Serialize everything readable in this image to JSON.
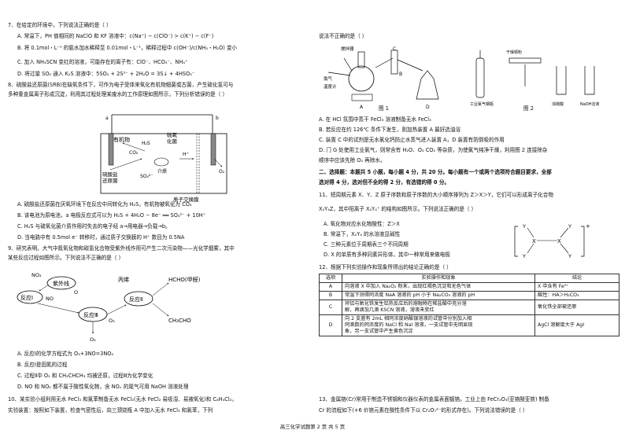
{
  "left": {
    "q7": {
      "stem": "7、在给定的环境中，下列说法正确的是（        ）",
      "A": "A. 常温下，PH 值相同的 NaClO 和 KF 溶液中：c(Na⁺) − c(ClO⁻)  >  c(K⁺) − c(F⁻)",
      "B": "B. 将 0.1mol・L⁻¹ 的氨水加水稀释至 0.01mol・L⁻¹，稀释过程中 c(OH⁻)/c(NH₃・H₂O) 变小",
      "C": "C. 加入 NH₄SCN 变红的溶液，可能存在的离子有：ClO⁻、HCO₃⁻、NH₄⁺",
      "D": "D. 将过量 SO₂ 通入 K₂S 溶液中：5SO₂ + 2S²⁻ + 2H₂O = 3S↓ + 4HSO₃⁻"
    },
    "q8": {
      "stem1": "8、硫酸盐还原菌(SRB)在缺氧条件下，可作为电子受体来氧化有机物细菌或古菌，产生硫化氢可与",
      "stem2": "多种重金属离子形成沉淀，利用其过程处理某废水的工作原理如图所示，下列分析错误的是（      ）",
      "A": "A. 硫酸盐还原菌在厌氧环境下在反应中间转化为 H₂S，有机物被氧化为 CO₂",
      "B": "B. 该电池为原电池，a 电极反应式可以为 H₂S + 4H₂O − 8e⁻ ══ SO₄²⁻ + 10H⁺",
      "C": "C. H₂S 与硫氧化菌介质作用时失去的电子经 a→用电器→负载→b。",
      "D": "D. 当电路中有 0.5mol e⁻ 转移时，通过质子交换膜的 H⁺ 数目为 0.5NA",
      "fig": {
        "organic": "有机物",
        "h2s": "H₂S",
        "co2": "CO₂",
        "srb": "硫酸盐",
        "srb2": "还原菌",
        "so4": "SO₄²⁻",
        "sulfur_ox": "硫氧",
        "sulfur_ox2": "化菌",
        "interface": "介质",
        "hplus": "H⁺",
        "o2": "O₂",
        "membrane": "质子交换膜",
        "a": "a",
        "b": "b"
      }
    },
    "q9": {
      "stem1": "9、研究表明，大气中氮氧化物和碳氢化合物受紫外线作用可产生二次污染物——光化学烟雾，其中",
      "stem2": "某些反应过程如图所示。下列说法不正确的是（      ）",
      "A": "A. 反应Ⅰ的化学方程式为 O₃+3NO=3NO₂",
      "B": "B. 反应Ⅰ是固氮的过程",
      "C": "C. 过程Ⅱ中 O₂ 和 CH₂CHCH₃ 均被还原，过程Ⅲ为化学变化",
      "D": "D. NO 和 NO₂ 都不属于酸性氧化物，含 NOₓ 的尾气可用 NaOH 溶液处理",
      "fig": {
        "uv": "紫外线",
        "r1": "反应Ⅰ",
        "r2": "反应Ⅱ",
        "r3": "反应Ⅲ",
        "no": "NO",
        "no2": "NO₂",
        "o": "O",
        "o3": "O₃",
        "o2": "O₂",
        "propene": "丙烯",
        "hcho": "HCHO(甲醛)",
        "ch3cho": "CH₃CHO"
      }
    },
    "q10": {
      "l1": "10、某实验小组利用无水 FeCl₃ 和氯苯制备无水 FeCl₂(无水 FeCl₂ 易吸湿、易被氧化)和 C₆H₄Cl₂，",
      "l2": "实验装置：按照如下装置，检查气密性后，向三颈烧瓶 A 中加入无水 FeCl₃ 和氯苯，下列"
    }
  },
  "right": {
    "q10": {
      "cont": "说法不正确的是（      ）",
      "fig1": "图 1",
      "fig2": "图 2",
      "A": "A. 在 HCl 氛围中蒸干 FeCl₃ 溶液制备无水 FeCl₃",
      "B": "B. 若反应在约 126℃ 条件下发生，则加热装置 A 最好选油浴",
      "C": "C. 装置 C 中的试剂是无水氯化钙防止水蒸气进入装置 A，D 装置有防倒吸的作用",
      "D1": "D. 门 G 处使用工业氯气，则常含有 H₂O、O₂ CO₂ 等杂质，为使氯气纯净干燥，利用图 2 连接除杂",
      "D2": "顺序中应该先除 O₂ 再除水。",
      "labels": {
        "stirrer": "搅拌器",
        "thermo": "温度计",
        "chlorine": "氯气",
        "cyl": "工业氯气钢瓶",
        "b1": "干燥铜粉",
        "b2": "浓硫酸",
        "b3": "NaOH溶液",
        "A": "A",
        "B": "B",
        "C": "C",
        "D": "D"
      }
    },
    "sec2": {
      "l1": "二、选择题：本题共 5 小题，每小题 4 分，共 20 分。每小题有一个或两个选项符合题目要求，全部",
      "l2": "选对得 4 分，选对但不全的得 2 分，有选错的得 0 分。"
    },
    "q11": {
      "l1": "11、短周期元素 X、Y、Z 原子序数和原子序数的大小顺序排列为 Z＞X＞Y，它们可以形成离子化合物",
      "l2": "X₂Y₄Z，其中阳离子 X₂Y₄⁺ 的结构如图所示。下列说法正确的是（        ）",
      "A": "A. 氧化物对应水化物酸性：Z＞X",
      "B": "B. 常温下，X₂Y₄ 的水溶液显碱性",
      "C": "C. 三种元素位于周期表三个不同周期",
      "D": "D. X 的单质有多种同素异形体，其中一种常用来做电极",
      "struct": {
        "Y": "Y",
        "X": "X",
        "plus": "+"
      }
    },
    "q12": {
      "stem": "12、根据下列实验操作和现象所得出的结论正确的是（      ）",
      "headers": [
        "选项",
        "实验操作和现象",
        "结论"
      ],
      "rows": [
        {
          "opt": "A",
          "op": [
            "向溶液 X 中加入 Na₂O₂ 粉末，出现红褐色沉淀和无色气体"
          ],
          "con": "X 中含有 Fe³⁺"
        },
        {
          "opt": "B",
          "op": [
            "常温下测得同浓度 NaA 溶液的 pH 小于 Na₂CO₃ 溶液的 pH"
          ],
          "con": "酸性：HA＞H₂CO₃"
        },
        {
          "opt": "C",
          "op": [
            "将铝与氧化铁发生铝热反应后的熔融物在稀盐酸中充分溶",
            "解，再滴加几滴 KSCN 溶液，溶液未变红"
          ],
          "con": "氧化铁全部被还原"
        },
        {
          "opt": "D",
          "op": [
            "向 2 支盛有 2mL 相同浓度硝酸银溶液的试管中分别加入相",
            "同滴数的同浓度的 NaCl 和 NaI 溶液，一支试管中无明显现",
            "象，另一支试管中产生黄色沉淀"
          ],
          "con": "AgCl 溶解度大于 AgI"
        }
      ]
    },
    "q13": {
      "l1": "13、金属铬(Cr)常用于制造不锈钢和仪器仪表的金属表面镀铬。工业上由 FeCr₂O₄(亚铬酸亚铁) 制备",
      "l2": "Cr 的流程如下(+6 价铬元素在酸性条件下以 Cr₂O₇²⁻的形式存在)。下列说法错误的是（      ）"
    }
  },
  "footer": "高三化学试题第 2 页 共 5 页"
}
